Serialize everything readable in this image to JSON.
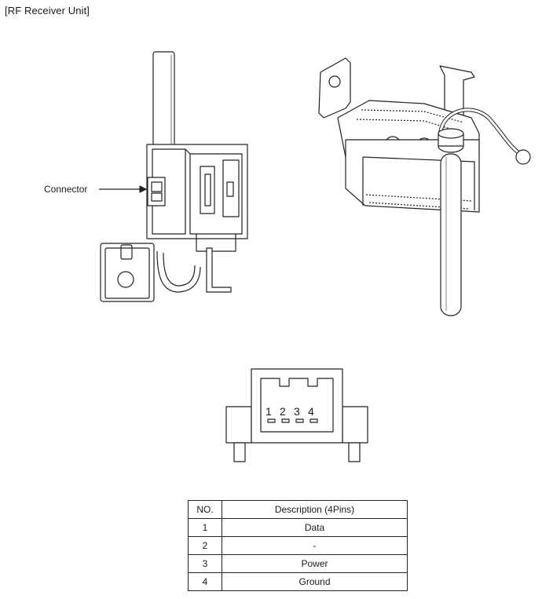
{
  "title": "[RF Receiver Unit]",
  "callout": {
    "connector": "Connector"
  },
  "connector_pins": [
    "1",
    "2",
    "3",
    "4"
  ],
  "table": {
    "headers": [
      "NO.",
      "Description (4Pins)"
    ],
    "rows": [
      {
        "no": "1",
        "description": "Data"
      },
      {
        "no": "2",
        "description": "-"
      },
      {
        "no": "3",
        "description": "Power"
      },
      {
        "no": "4",
        "description": "Ground"
      }
    ]
  }
}
